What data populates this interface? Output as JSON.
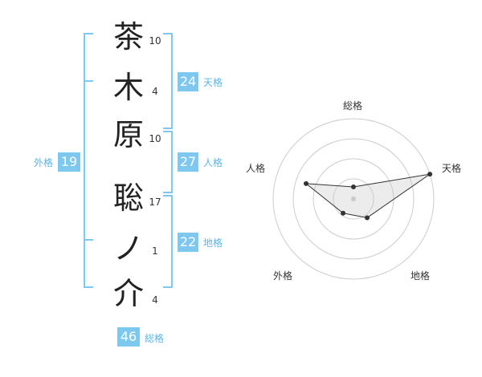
{
  "name": {
    "characters": [
      {
        "char": "茶",
        "strokes": "10"
      },
      {
        "char": "木",
        "strokes": "4"
      },
      {
        "char": "原",
        "strokes": "10"
      },
      {
        "char": "聡",
        "strokes": "17"
      },
      {
        "char": "ノ",
        "strokes": "1"
      },
      {
        "char": "介",
        "strokes": "4"
      }
    ]
  },
  "grids": {
    "tenkaku": {
      "value": "24",
      "label": "天格"
    },
    "jinkaku": {
      "value": "27",
      "label": "人格"
    },
    "chikaku": {
      "value": "22",
      "label": "地格"
    },
    "gaikaku": {
      "value": "19",
      "label": "外格"
    },
    "soukaku": {
      "value": "46",
      "label": "総格"
    }
  },
  "radar": {
    "axes": [
      "総格",
      "天格",
      "地格",
      "外格",
      "人格"
    ],
    "values": [
      0.15,
      1.0,
      0.29,
      0.22,
      0.62
    ],
    "rings": 4
  },
  "colors": {
    "accent": "#7ec8ef",
    "label_text": "#5bb4e6"
  }
}
